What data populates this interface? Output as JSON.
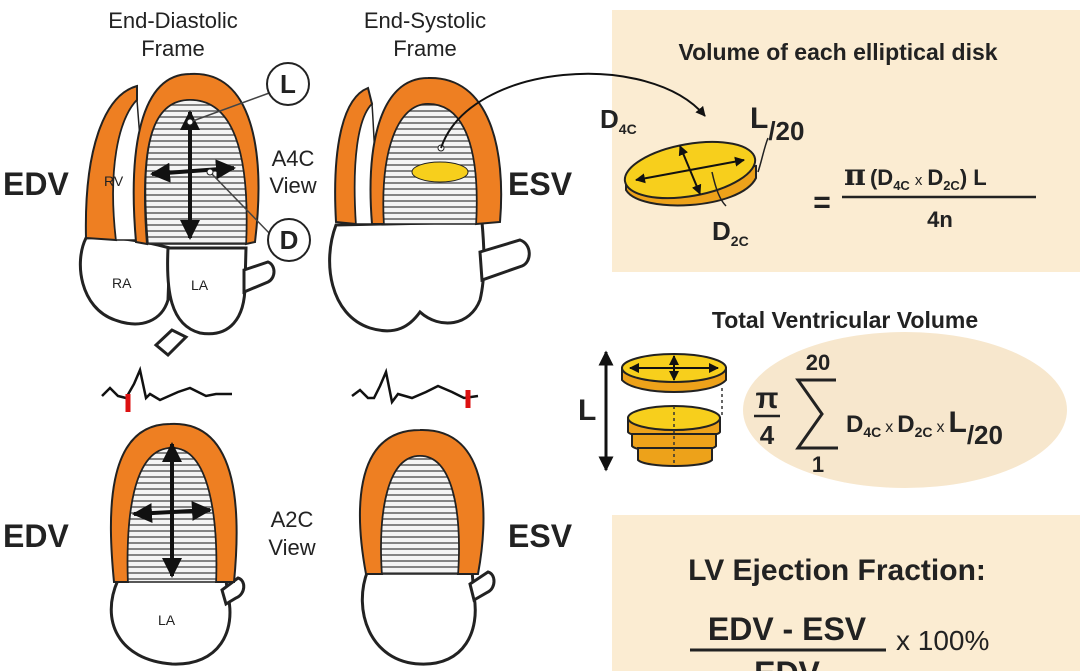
{
  "headers": {
    "ed_line1": "End-Diastolic",
    "ed_line2": "Frame",
    "es_line1": "End-Systolic",
    "es_line2": "Frame"
  },
  "labels": {
    "edv": "EDV",
    "esv": "ESV",
    "rv": "RV",
    "ra": "RA",
    "la": "LA",
    "L": "L",
    "D": "D",
    "a4c_line1": "A4C",
    "a4c_line2": "View",
    "a2c_line1": "A2C",
    "a2c_line2": "View"
  },
  "disk_panel": {
    "title": "Volume of each elliptical disk",
    "d4c_main": "D",
    "d4c_sub": "4C",
    "d2c_main": "D",
    "d2c_sub": "2C",
    "l_main": "L",
    "l_denom": "/20",
    "equals": "=",
    "num_pi": "π",
    "num_open": "(D",
    "num_sub1": "4C",
    "num_x": "x",
    "num_d2": "D",
    "num_sub2": "2C",
    "num_close": ") L",
    "denominator": "4n"
  },
  "total_panel": {
    "title": "Total Ventricular Volume",
    "l_axis": "L",
    "frac_num": "π",
    "frac_den": "4",
    "sum_upper": "20",
    "sum_lower": "1",
    "term_d1": "D",
    "term_sub1": "4C",
    "term_x1": "x",
    "term_d2": "D",
    "term_sub2": "2C",
    "term_x2": "x",
    "term_l": "L",
    "term_denom": "/20"
  },
  "ef_panel": {
    "title": "LV Ejection Fraction:",
    "numerator": "EDV - ESV",
    "times": "x 100%",
    "denominator": "EDV"
  },
  "colors": {
    "myocardium": "#ee7f22",
    "disk_yellow": "#f7cf1c",
    "disk_orange": "#eda21a",
    "panel_bg": "#fbecd2",
    "ellipse_bg": "#f7e7cd",
    "ecg_marker": "#dd1111",
    "line_dark": "#222222"
  }
}
